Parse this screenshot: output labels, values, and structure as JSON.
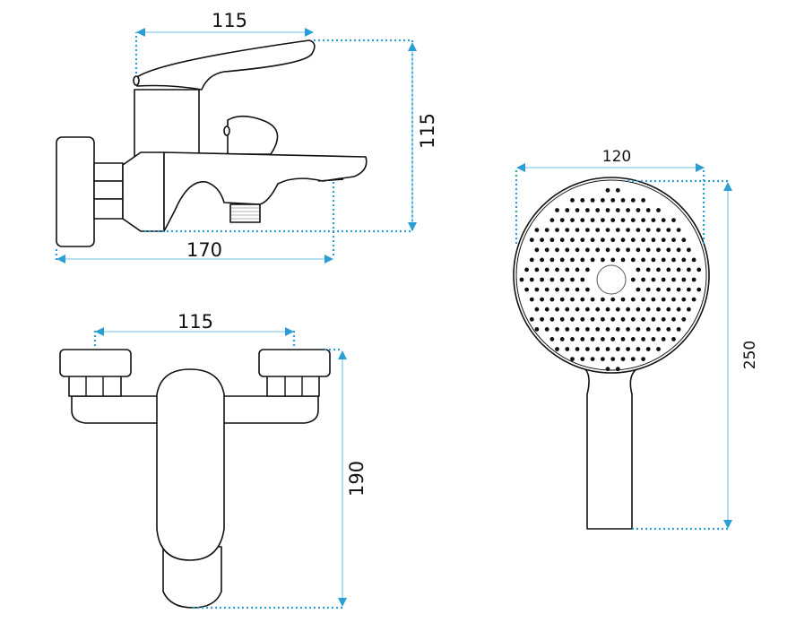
{
  "dimensions": {
    "side_view_lever_width": "115",
    "side_view_height": "115",
    "side_view_depth": "170",
    "front_view_width": "115",
    "front_view_height": "190",
    "shower_head_diameter": "120",
    "shower_head_length": "250"
  },
  "colors": {
    "dimension_line": "#2b9fd3",
    "outline": "#111111"
  }
}
